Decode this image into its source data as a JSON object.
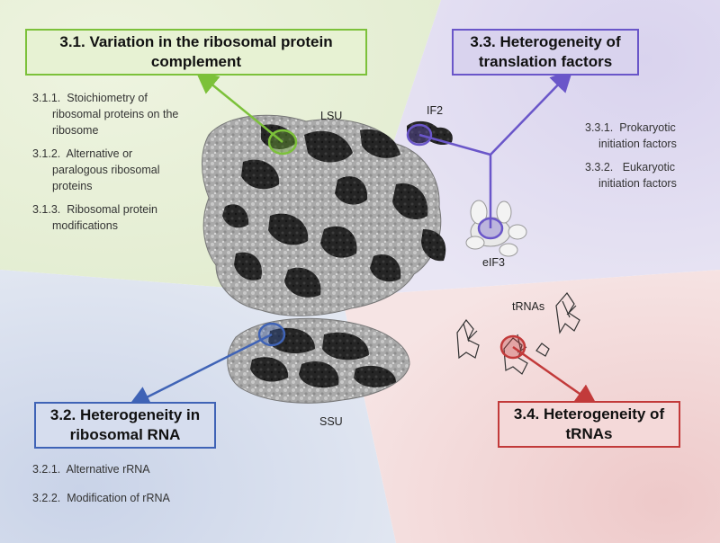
{
  "colors": {
    "green": "#7cc13a",
    "purple": "#6a56c9",
    "blue": "#3f63b6",
    "red": "#c23a3a",
    "bg_green": "#e6efd3",
    "bg_purple": "#ddd9ee",
    "bg_blue": "#d6ddec",
    "bg_red": "#f2d6d6"
  },
  "sections": {
    "s31": {
      "title_line1": "3.1. Variation in the ribosomal protein",
      "title_line2": "complement",
      "items": [
        {
          "num": "3.1.1.",
          "text_line1": "Stoichiometry of",
          "text_line2": "ribosomal proteins on the",
          "text_line3": "ribosome"
        },
        {
          "num": "3.1.2.",
          "text_line1": "Alternative or",
          "text_line2": "paralogous ribosomal",
          "text_line3": "proteins"
        },
        {
          "num": "3.1.3.",
          "text_line1": "Ribosomal protein",
          "text_line2": "modifications",
          "text_line3": ""
        }
      ]
    },
    "s32": {
      "title_line1": "3.2.  Heterogeneity in",
      "title_line2": "ribosomal RNA",
      "items": [
        {
          "num": "3.2.1.",
          "text": "Alternative rRNA"
        },
        {
          "num": "3.2.2.",
          "text": "Modification of rRNA"
        }
      ]
    },
    "s33": {
      "title_line1": "3.3. Heterogeneity of",
      "title_line2": "translation factors",
      "items": [
        {
          "num": "3.3.1.",
          "text_line1": "Prokaryotic",
          "text_line2": "initiation factors"
        },
        {
          "num": "3.3.2.",
          "text_line1": "Eukaryotic",
          "text_line2": "initiation factors"
        }
      ]
    },
    "s34": {
      "title_line1": "3.4. Heterogeneity of",
      "title_line2": "tRNAs"
    }
  },
  "labels": {
    "lsu": "LSU",
    "ssu": "SSU",
    "if2": "IF2",
    "eif3": "eIF3",
    "trnas": "tRNAs"
  }
}
